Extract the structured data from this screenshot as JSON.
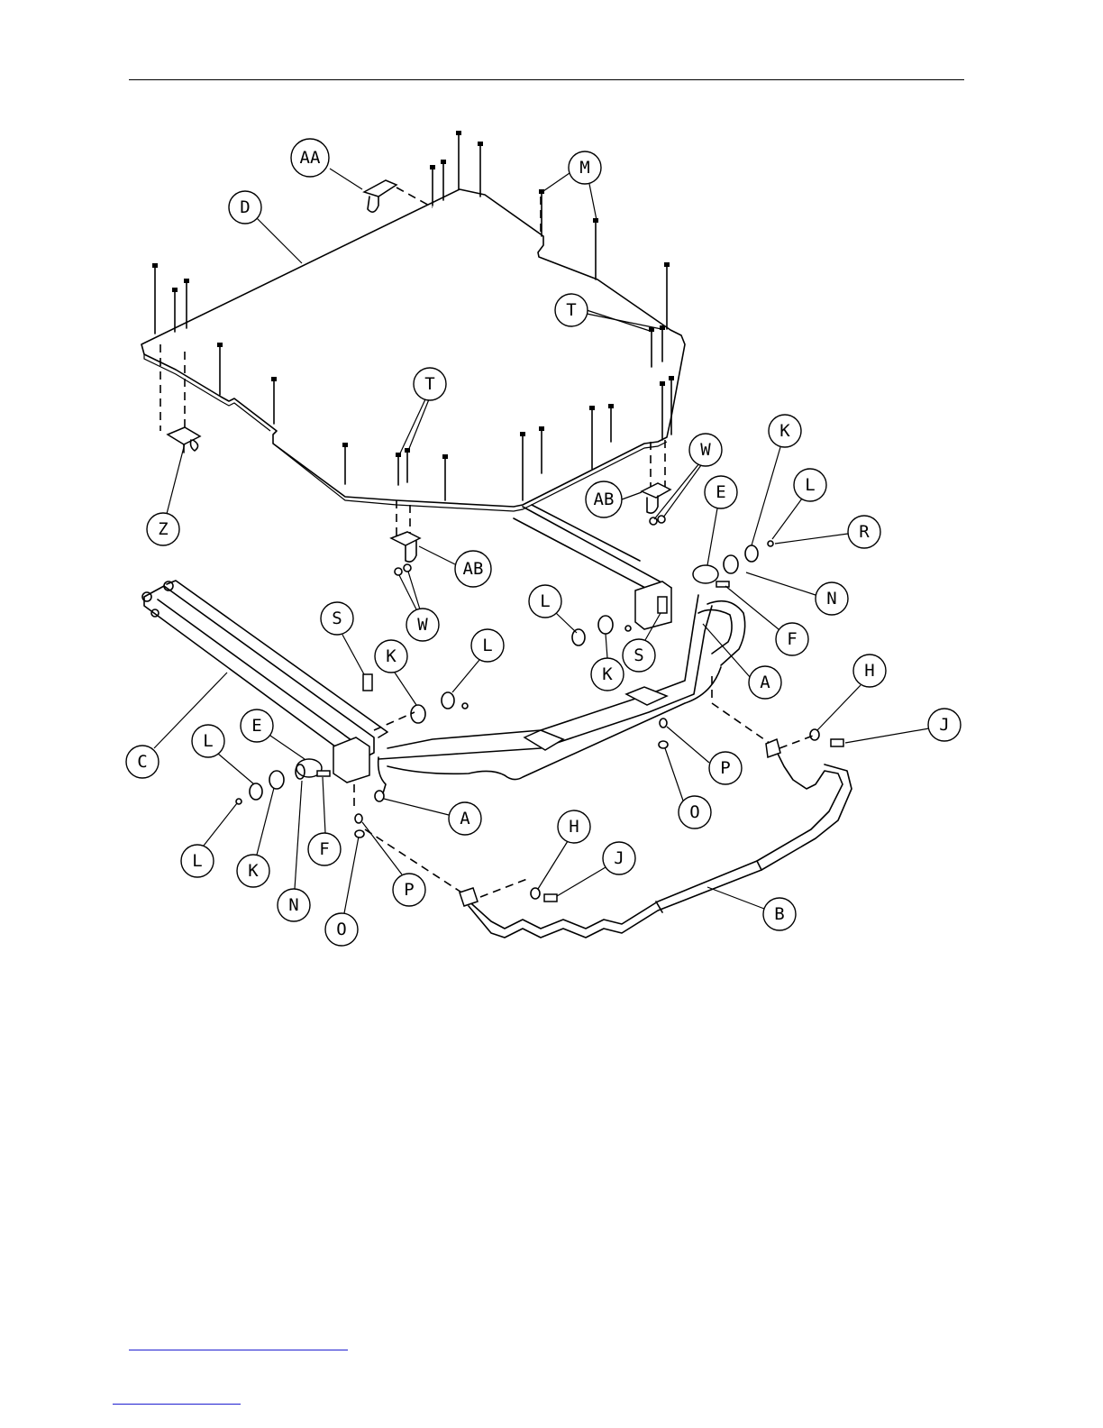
{
  "callouts": [
    {
      "id": "AA",
      "label": "AA"
    },
    {
      "id": "D",
      "label": "D"
    },
    {
      "id": "M",
      "label": "M"
    },
    {
      "id": "T-right",
      "label": "T"
    },
    {
      "id": "T-center",
      "label": "T"
    },
    {
      "id": "Z",
      "label": "Z"
    },
    {
      "id": "K-top-right",
      "label": "K"
    },
    {
      "id": "W-right",
      "label": "W"
    },
    {
      "id": "AB-right",
      "label": "AB"
    },
    {
      "id": "E-right",
      "label": "E"
    },
    {
      "id": "L-top-right",
      "label": "L"
    },
    {
      "id": "R",
      "label": "R"
    },
    {
      "id": "N-right",
      "label": "N"
    },
    {
      "id": "F-right",
      "label": "F"
    },
    {
      "id": "AB-center",
      "label": "AB"
    },
    {
      "id": "W-center",
      "label": "W"
    },
    {
      "id": "L-mid",
      "label": "L"
    },
    {
      "id": "K-mid",
      "label": "K"
    },
    {
      "id": "S-right",
      "label": "S"
    },
    {
      "id": "A-right",
      "label": "A"
    },
    {
      "id": "S-left",
      "label": "S"
    },
    {
      "id": "K-left-mid",
      "label": "K"
    },
    {
      "id": "L-left-mid",
      "label": "L"
    },
    {
      "id": "H-right",
      "label": "H"
    },
    {
      "id": "J-right",
      "label": "J"
    },
    {
      "id": "C",
      "label": "C"
    },
    {
      "id": "E-left",
      "label": "E"
    },
    {
      "id": "L-left-upper",
      "label": "L"
    },
    {
      "id": "P-right",
      "label": "P"
    },
    {
      "id": "O-right",
      "label": "O"
    },
    {
      "id": "A-left",
      "label": "A"
    },
    {
      "id": "F-left",
      "label": "F"
    },
    {
      "id": "L-left-lower",
      "label": "L"
    },
    {
      "id": "K-left-lower",
      "label": "K"
    },
    {
      "id": "H-bottom",
      "label": "H"
    },
    {
      "id": "J-bottom",
      "label": "J"
    },
    {
      "id": "P-left",
      "label": "P"
    },
    {
      "id": "N-left",
      "label": "N"
    },
    {
      "id": "O-left",
      "label": "O"
    },
    {
      "id": "B",
      "label": "B"
    }
  ]
}
